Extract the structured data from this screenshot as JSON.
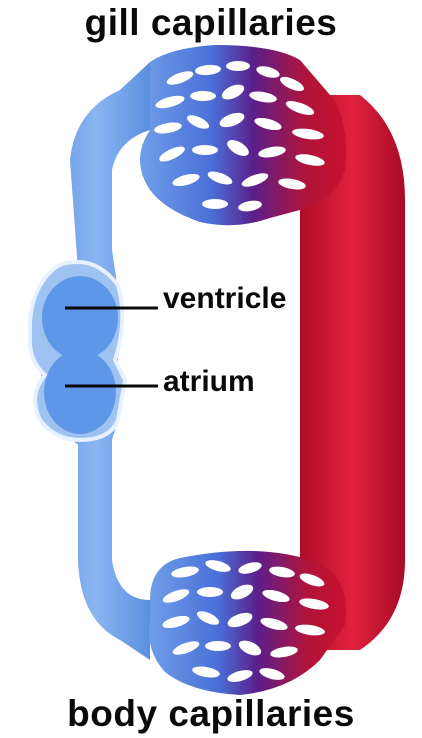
{
  "labels": {
    "top": "gill capillaries",
    "bottom": "body capillaries",
    "ventricle": "ventricle",
    "atrium": "atrium"
  },
  "colors": {
    "deoxygenated_blood": "#6f9fe8",
    "oxygenated_blood": "#c8102e",
    "mixed_blood": "#5b1f8c",
    "text": "#0a0a0a"
  }
}
